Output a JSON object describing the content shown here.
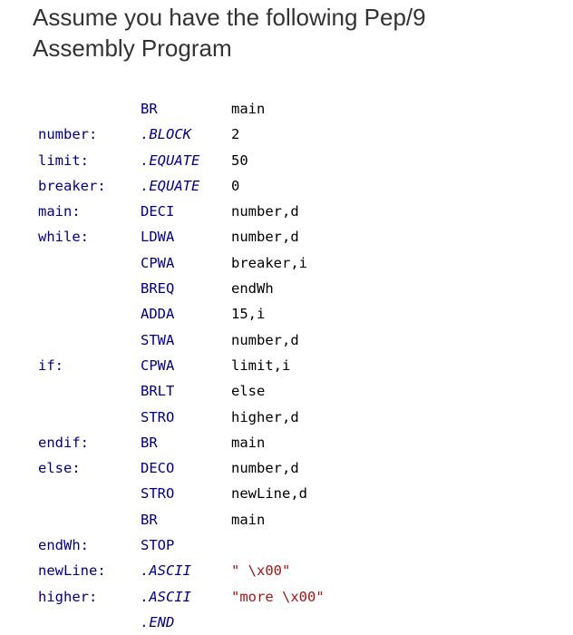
{
  "heading": {
    "line1": "Assume you have the following Pep/9",
    "line2": "Assembly Program"
  },
  "program": [
    {
      "label": "",
      "op": "BR",
      "arg": "main"
    },
    {
      "label": "number:",
      "op": ".BLOCK",
      "arg": "2"
    },
    {
      "label": "limit:",
      "op": ".EQUATE",
      "arg": "50"
    },
    {
      "label": "breaker:",
      "op": ".EQUATE",
      "arg": "0"
    },
    {
      "label": "main:",
      "op": "DECI",
      "arg": "number,d"
    },
    {
      "label": "while:",
      "op": "LDWA",
      "arg": "number,d"
    },
    {
      "label": "",
      "op": "CPWA",
      "arg": "breaker,i"
    },
    {
      "label": "",
      "op": "BREQ",
      "arg": "endWh"
    },
    {
      "label": "",
      "op": "ADDA",
      "arg": "15,i"
    },
    {
      "label": "",
      "op": "STWA",
      "arg": "number,d"
    },
    {
      "label": "if:",
      "op": "CPWA",
      "arg": "limit,i"
    },
    {
      "label": "",
      "op": "BRLT",
      "arg": "else"
    },
    {
      "label": "",
      "op": "STRO",
      "arg": "higher,d"
    },
    {
      "label": "endif:",
      "op": "BR",
      "arg": "main"
    },
    {
      "label": "else:",
      "op": "DECO",
      "arg": "number,d"
    },
    {
      "label": "",
      "op": "STRO",
      "arg": "newLine,d"
    },
    {
      "label": "",
      "op": "BR",
      "arg": "main"
    },
    {
      "label": "endWh:",
      "op": "STOP",
      "arg": ""
    },
    {
      "label": "newLine:",
      "op": ".ASCII",
      "arg": "\" \\x00\""
    },
    {
      "label": "higher:",
      "op": ".ASCII",
      "arg": "\"more \\x00\""
    },
    {
      "label": "",
      "op": ".END",
      "arg": ""
    }
  ],
  "colors": {
    "label": "#000080",
    "opcode": "#000080",
    "operand": "#000000",
    "string": "#a31515",
    "heading": "#333333"
  }
}
